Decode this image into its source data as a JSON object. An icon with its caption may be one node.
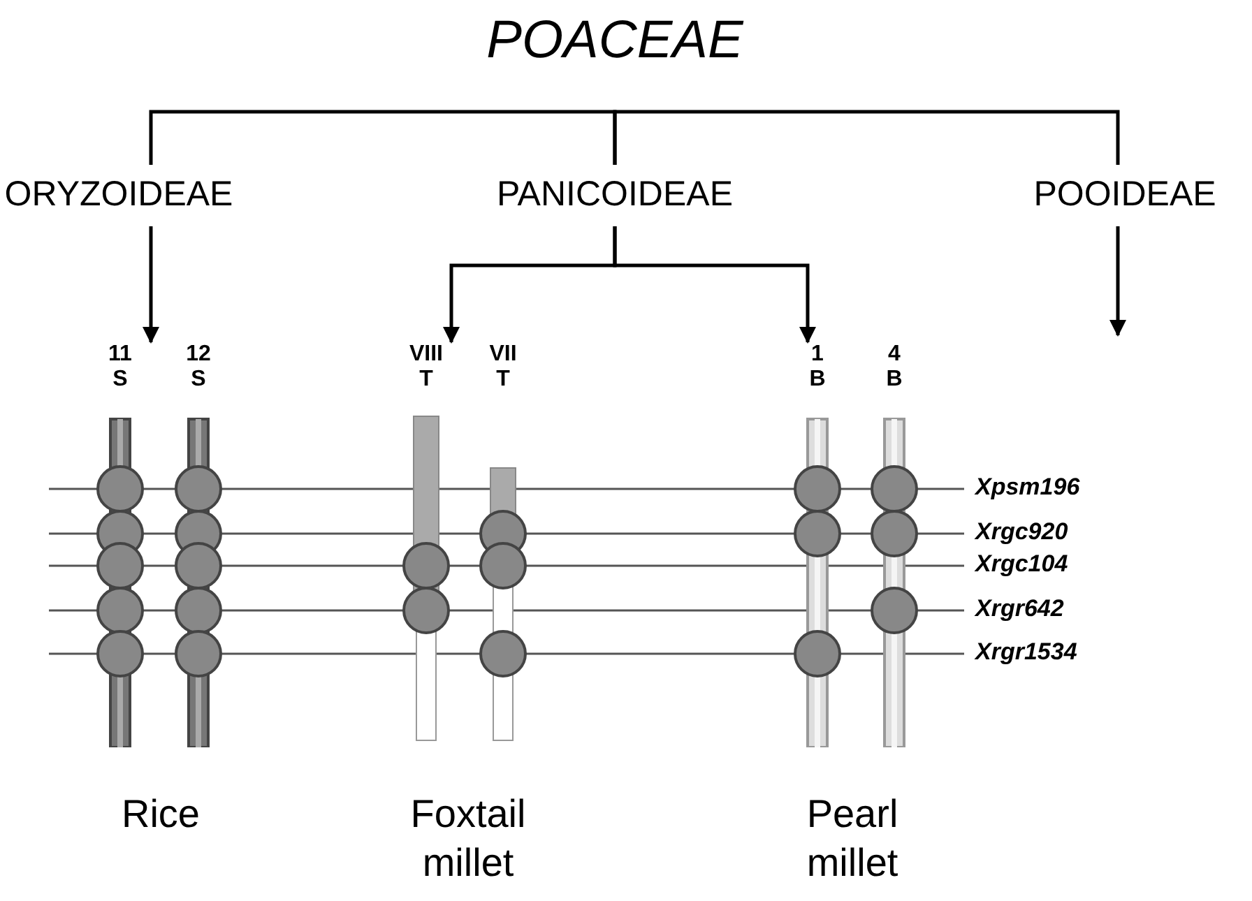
{
  "diagram": {
    "title": "POACEAE",
    "nodes": [
      {
        "text": [
          "ORYZOIDEAE"
        ]
      },
      {
        "text": [
          "PANICOIDEAE"
        ]
      },
      {
        "text": [
          "POOIDEAE"
        ]
      },
      {
        "text": [
          "Rice"
        ]
      },
      {
        "text": [
          "11",
          "S"
        ],
        "in": 3
      },
      {
        "text": [
          "12",
          "S"
        ],
        "in": 3
      },
      {
        "text": [
          "Foxtail millet"
        ]
      },
      {
        "text": [
          "VIII",
          "T"
        ],
        "in": 6
      },
      {
        "text": [
          "VII",
          "T"
        ],
        "in": 6
      },
      {
        "text": [
          "Pearl millet"
        ]
      },
      {
        "text": [
          "1",
          "B"
        ],
        "in": 9
      },
      {
        "text": [
          "4",
          "B"
        ],
        "in": 9
      }
    ],
    "edges": [
      {
        "from": 0,
        "to": 1,
        "arrow": "none"
      },
      {
        "from": 1,
        "to": 2,
        "arrow": "none"
      },
      {
        "from": 0,
        "to": 3,
        "arrow": "to"
      },
      {
        "from": 1,
        "to": 6,
        "arrow": "to"
      },
      {
        "from": 1,
        "to": 9,
        "arrow": "to"
      },
      {
        "from": 2,
        "to": null,
        "arrow": "to"
      }
    ],
    "labels": [
      "Xpsm196",
      "Xrgc920",
      "Xrgc104",
      "Xrgr642",
      "Xrgr1534"
    ]
  }
}
